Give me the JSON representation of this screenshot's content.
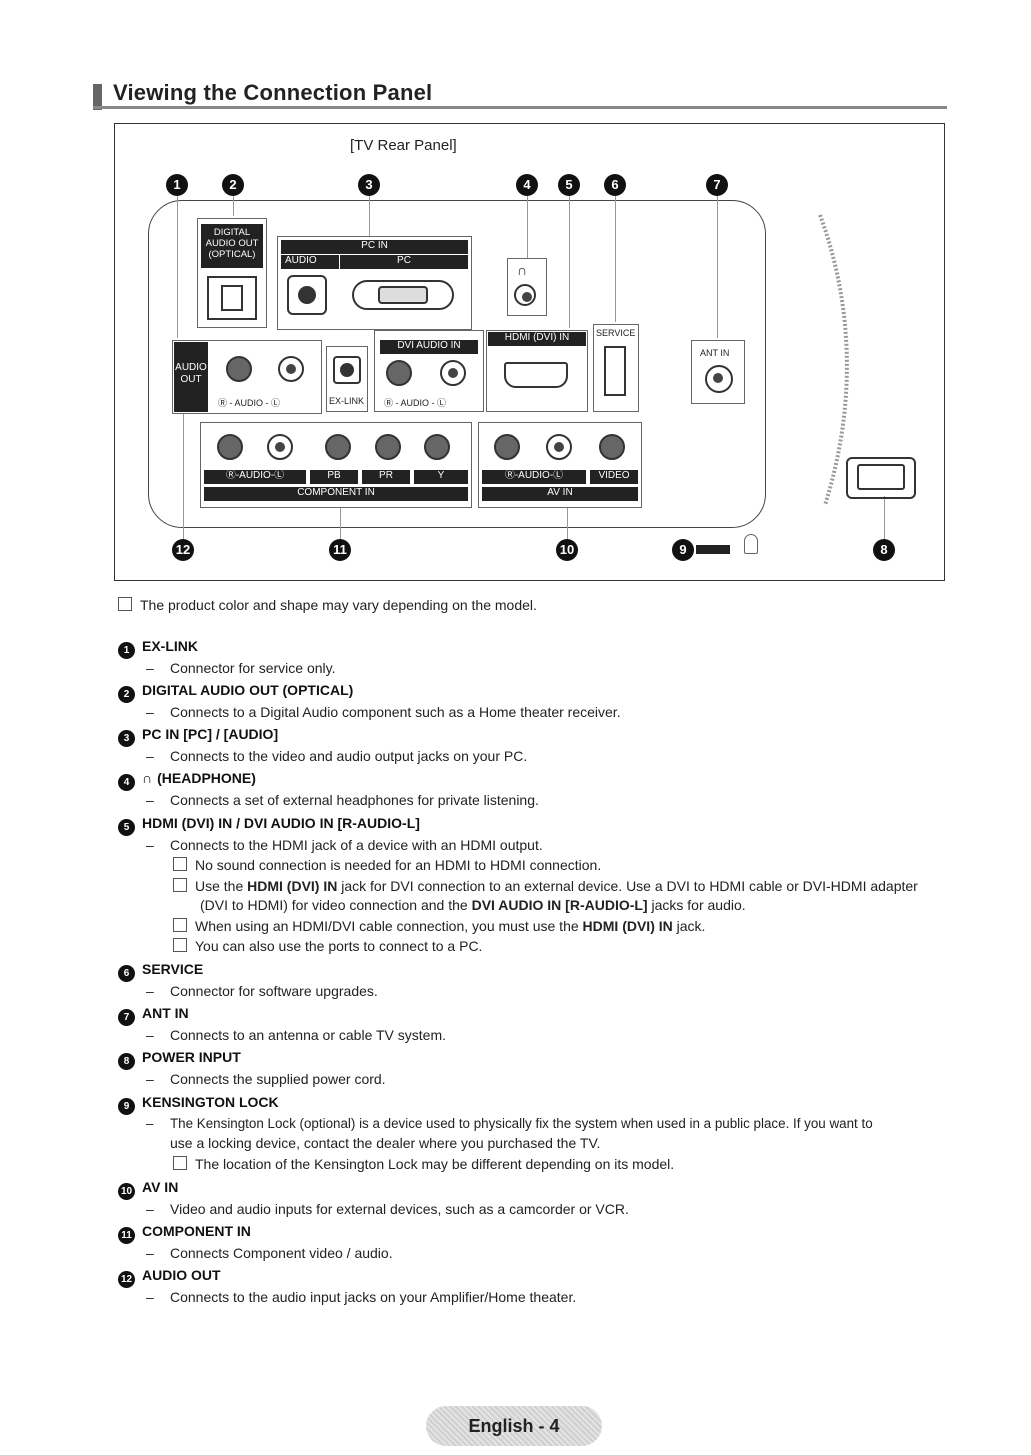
{
  "header": {
    "title": "Viewing the Connection Panel"
  },
  "panel": {
    "label": "[TV Rear Panel]",
    "connector_labels": {
      "digital_audio_out": "DIGITAL AUDIO OUT (OPTICAL)",
      "pc_in": "PC IN",
      "audio": "AUDIO",
      "pc": "PC",
      "audio_out": "AUDIO OUT",
      "audio_rl": "Ⓡ - AUDIO - Ⓛ",
      "ex_link": "EX-LINK",
      "dvi_audio_in": "DVI AUDIO IN",
      "hdmi_dvi_in": "HDMI (DVI) IN",
      "service": "SERVICE",
      "ant_in": "ANT IN",
      "audio_rl_short": "Ⓡ-AUDIO-Ⓛ",
      "pb": "PB",
      "pr": "PR",
      "y": "Y",
      "component_in": "COMPONENT IN",
      "video": "VIDEO",
      "av_in": "AV IN"
    },
    "callouts": [
      "1",
      "2",
      "3",
      "4",
      "5",
      "6",
      "7",
      "8",
      "9",
      "10",
      "11",
      "12"
    ]
  },
  "note_top": "The product color and shape may vary depending on the model.",
  "items": [
    {
      "num": "1",
      "title": "EX-LINK",
      "desc": "Connector for service only."
    },
    {
      "num": "2",
      "title": "DIGITAL AUDIO OUT (OPTICAL)",
      "desc": "Connects to a Digital Audio component such as a Home theater receiver."
    },
    {
      "num": "3",
      "title": "PC IN [PC] / [AUDIO]",
      "desc": "Connects to the video and audio output jacks on your PC."
    },
    {
      "num": "4",
      "title": "(HEADPHONE)",
      "desc": "Connects a set of external headphones for private listening."
    },
    {
      "num": "5",
      "title": "HDMI (DVI) IN / DVI AUDIO IN [R-AUDIO-L]",
      "desc": "Connects to the HDMI jack of a device with an HDMI output.",
      "notes": [
        "No sound connection is needed for an HDMI to HDMI connection.",
        "Use the ",
        "HDMI (DVI) IN",
        " jack for DVI connection to an external device. Use a DVI to HDMI cable or DVI-HDMI adapter",
        "(DVI to HDMI) for video connection and the ",
        "DVI AUDIO IN [R-AUDIO-L]",
        " jacks for audio.",
        "When using an HDMI/DVI cable connection, you must use the ",
        "HDMI (DVI) IN",
        " jack.",
        "You can also use the ports to connect to a PC."
      ]
    },
    {
      "num": "6",
      "title": "SERVICE",
      "desc": "Connector for software upgrades."
    },
    {
      "num": "7",
      "title": "ANT IN",
      "desc": "Connects to an antenna or cable TV system."
    },
    {
      "num": "8",
      "title": "POWER INPUT",
      "desc": "Connects the supplied power cord."
    },
    {
      "num": "9",
      "title": "KENSINGTON LOCK",
      "desc": "The Kensington Lock (optional) is a device used to physically fix the system when used in a public place. If you want to",
      "desc2": "use a locking device, contact the dealer where you purchased the TV.",
      "notes": [
        "The location of the Kensington Lock may be different depending on its model."
      ]
    },
    {
      "num": "10",
      "title": "AV IN",
      "desc": "Video and audio inputs for external devices, such as a camcorder or VCR."
    },
    {
      "num": "11",
      "title": "COMPONENT IN",
      "desc": "Connects Component video / audio."
    },
    {
      "num": "12",
      "title": "AUDIO OUT",
      "desc": "Connects to the audio input jacks on your Amplifier/Home theater."
    }
  ],
  "footer": {
    "text": "English - 4"
  }
}
